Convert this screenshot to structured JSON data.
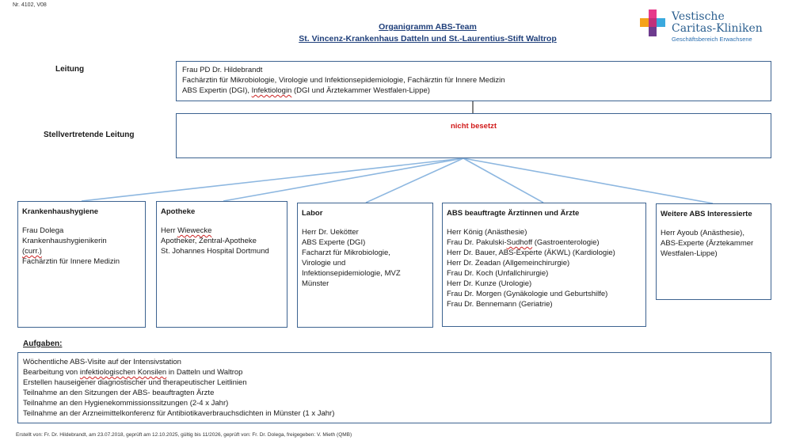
{
  "doc_number": "Nr. 4102, V08",
  "title": {
    "line1": "Organigramm ABS-Team",
    "line2": "St. Vincenz-Krankenhaus Datteln und St.-Laurentius-Stift Waltrop"
  },
  "logo": {
    "name_line1": "Vestische",
    "name_line2": "Caritas-Kliniken",
    "subtitle": "Geschäftsbereich Erwachsene",
    "colors": [
      "#e63a8a",
      "#f5a21b",
      "#3aa9de",
      "#6d3b8e"
    ]
  },
  "labels": {
    "leitung": "Leitung",
    "stellvertretend": "Stellvertretende Leitung",
    "aufgaben": "Aufgaben:"
  },
  "lead": {
    "line1": "Frau PD Dr. Hildebrandt",
    "line2": "Fachärztin für Mikrobiologie, Virologie und Infektionsepidemiologie, Fachärztin für Innere Medizin",
    "line3_a": "ABS Expertin (DGI), ",
    "line3_b": "Infektiologin",
    "line3_c": " (DGI und Ärztekammer Westfalen-Lippe)"
  },
  "deputy": {
    "text": "nicht besetzt",
    "color": "#d11919"
  },
  "units": [
    {
      "title": "Krankenhaushygiene",
      "lines": [
        "Frau Dolega",
        "Krankenhaushygienikerin",
        "(curr.)",
        "Fachärztin für Innere Medizin"
      ]
    },
    {
      "title": "Apotheke",
      "lines": [
        "Herr Wiewecke",
        "Apotheker, Zentral-Apotheke",
        "St. Johannes Hospital Dortmund"
      ]
    },
    {
      "title": "Labor",
      "lines": [
        "Herr Dr. Uekötter",
        "ABS Experte (DGI)",
        "Facharzt für Mikrobiologie,",
        "Virologie und",
        "Infektionsepidemiologie, MVZ",
        "Münster"
      ]
    },
    {
      "title": "ABS beauftragte Ärztinnen und Ärzte",
      "lines": [
        "Herr König (Anästhesie)",
        "Frau Dr. Pakulski-Sudhoff (Gastroenterologie)",
        "Herr Dr. Bauer, ABS-Experte (ÄKWL) (Kardiologie)",
        "Herr Dr. Zeadan (Allgemeinchirurgie)",
        "Frau Dr. Koch (Unfallchirurgie)",
        "Herr Dr. Kunze (Urologie)",
        "Frau Dr. Morgen (Gynäkologie und Geburtshilfe)",
        "Frau Dr. Bennemann (Geriatrie)"
      ]
    },
    {
      "title": "Weitere ABS Interessierte",
      "lines": [
        "Herr Ayoub (Anästhesie),",
        "ABS-Experte (Ärztekammer",
        "Westfalen-Lippe)"
      ]
    }
  ],
  "tasks": [
    "Wöchentliche ABS-Visite auf der Intensivstation",
    "Bearbeitung von infektiologischen Konsilen in Datteln und Waltrop",
    "Erstellen hauseigener diagnostischer und therapeutischer Leitlinien",
    "Teilnahme an den Sitzungen der ABS- beauftragten Ärzte",
    "Teilnahme an den Hygienekommissionssitzungen (2-4 x Jahr)",
    "Teilnahme an der Arzneimittelkonferenz für Antibiotikaverbrauchsdichten in Münster (1 x Jahr)"
  ],
  "footer": "Erstellt von: Fr. Dr. Hildebrandt, am 23.07.2018, geprüft am 12.10.2025, gültig bis 11/2026, geprüft von: Fr. Dr. Dolega, freigegeben: V. Mieth (QMB)",
  "colors": {
    "title": "#1f3f7a",
    "box_border": "#3d6390",
    "connector": "#8db7e0"
  }
}
